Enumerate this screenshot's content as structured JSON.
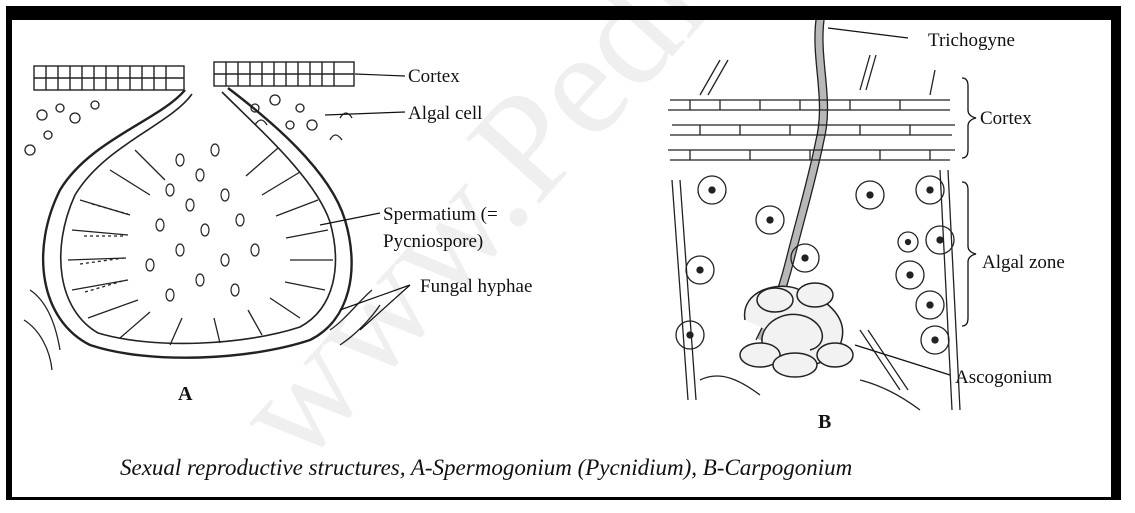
{
  "panel_a": {
    "letter": "A",
    "labels": {
      "cortex": "Cortex",
      "algal_cell": "Algal cell",
      "spermatium_1": "Spermatium (=",
      "spermatium_2": "Pycniospore)",
      "fungal_hyphae": "Fungal hyphae"
    }
  },
  "panel_b": {
    "letter": "B",
    "labels": {
      "trichogyne": "Trichogyne",
      "cortex": "Cortex",
      "algal_zone": "Algal zone",
      "ascogonium": "Ascogonium"
    }
  },
  "caption": "Sexual reproductive structures, A-Spermogonium (Pycnidium), B-Carpogonium",
  "watermark": "www.Pedia"
}
